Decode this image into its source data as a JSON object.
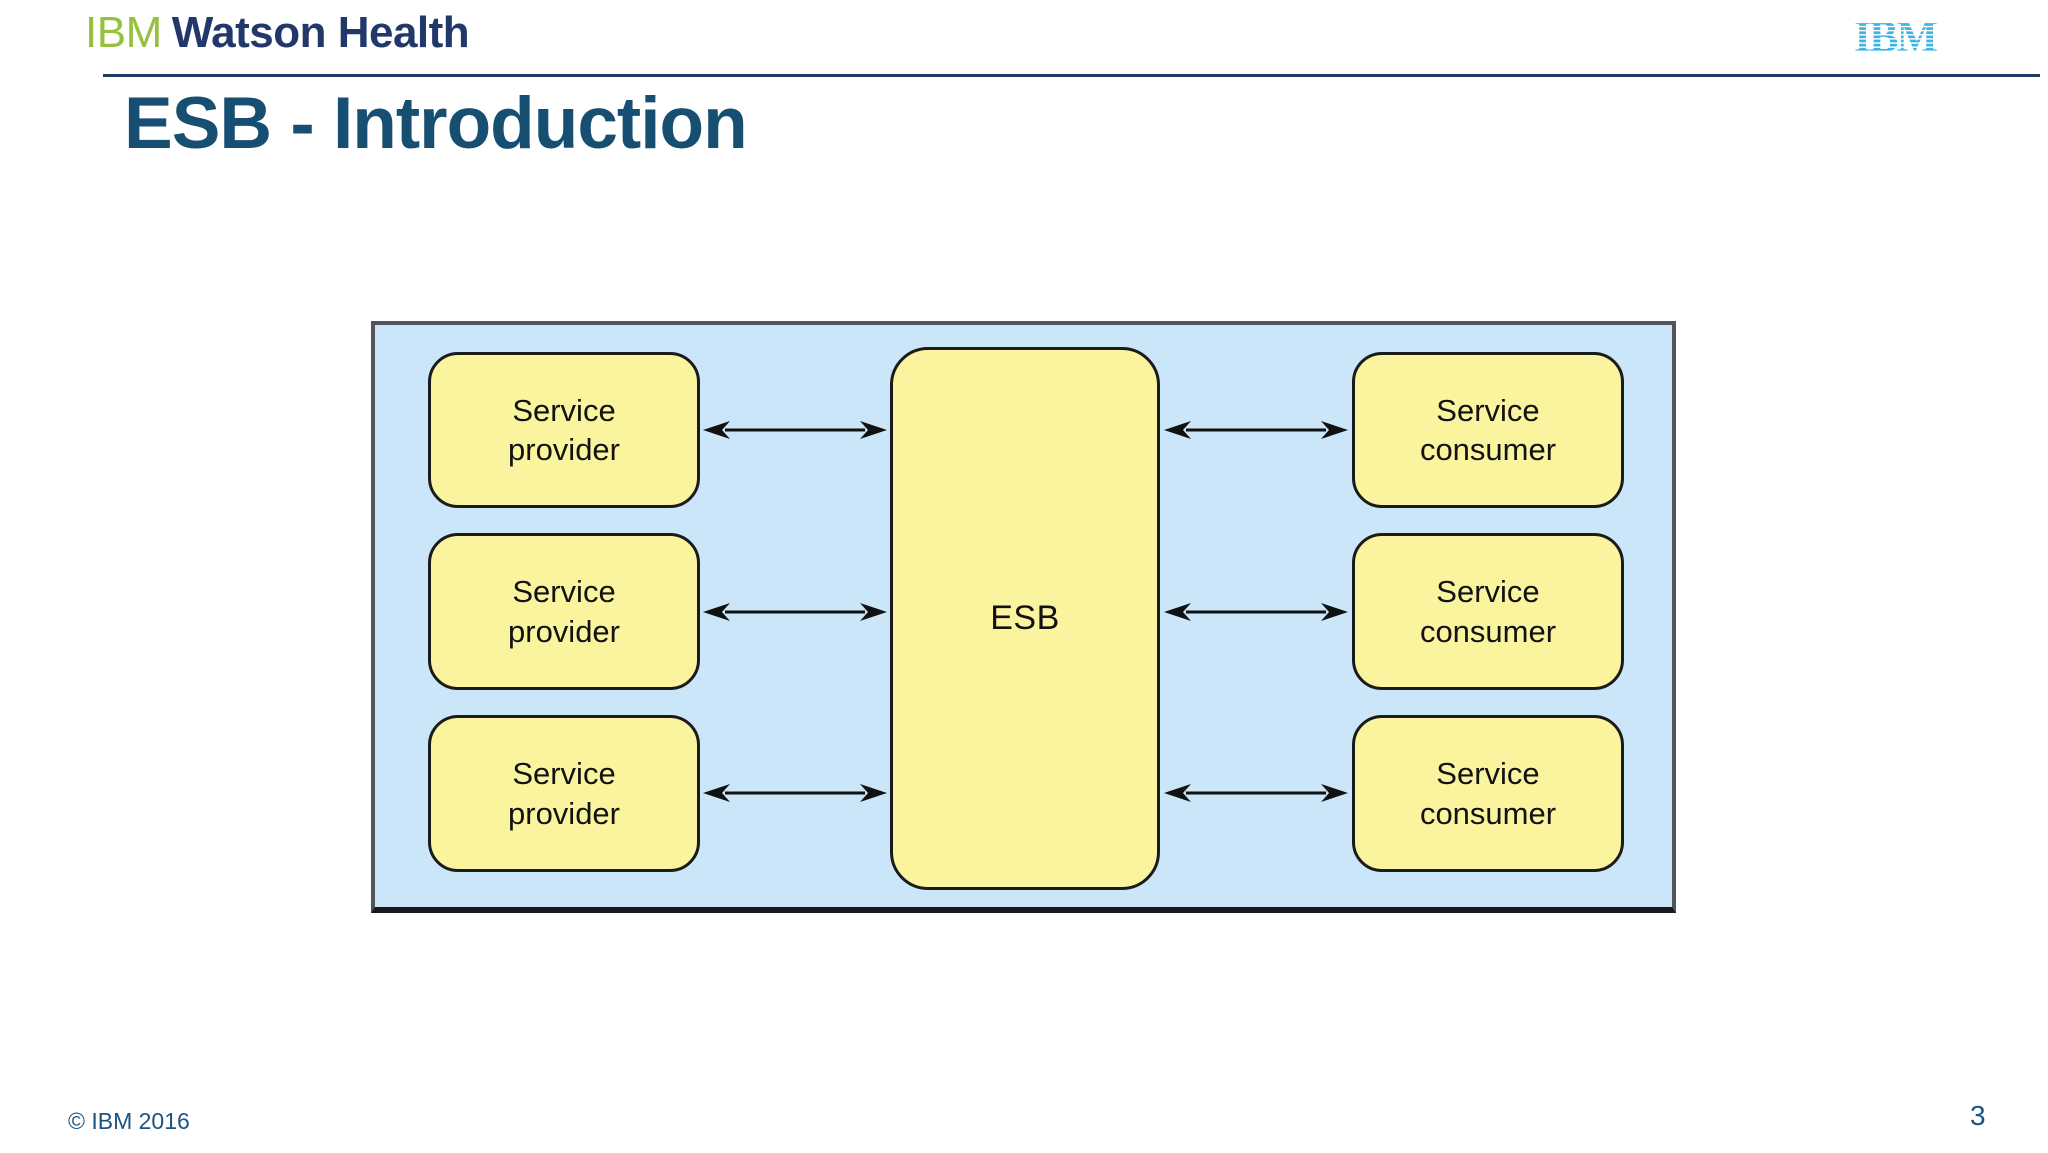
{
  "header": {
    "brand_ibm": "IBM",
    "brand_watson": "Watson Health",
    "ibm_logo_text": "IBM"
  },
  "title": "ESB - Introduction",
  "diagram": {
    "esb": "ESB",
    "providers": [
      "Service\nprovider",
      "Service\nprovider",
      "Service\nprovider"
    ],
    "consumers": [
      "Service\nconsumer",
      "Service\nconsumer",
      "Service\nconsumer"
    ]
  },
  "footer": {
    "copyright": "© IBM 2016",
    "page": "3"
  },
  "colors": {
    "header_rule": "#1f3864",
    "brand_green": "#94c13e",
    "brand_navy": "#22386b",
    "ibm_logo_blue": "#3ab5e4",
    "title": "#174f72",
    "diagram_bg": "#cbe6f8",
    "diagram_border": "#54545c",
    "node_fill": "#fbf49e",
    "node_border": "#1b1b1b",
    "arrow": "#111111",
    "footer_text": "#1d5380"
  }
}
